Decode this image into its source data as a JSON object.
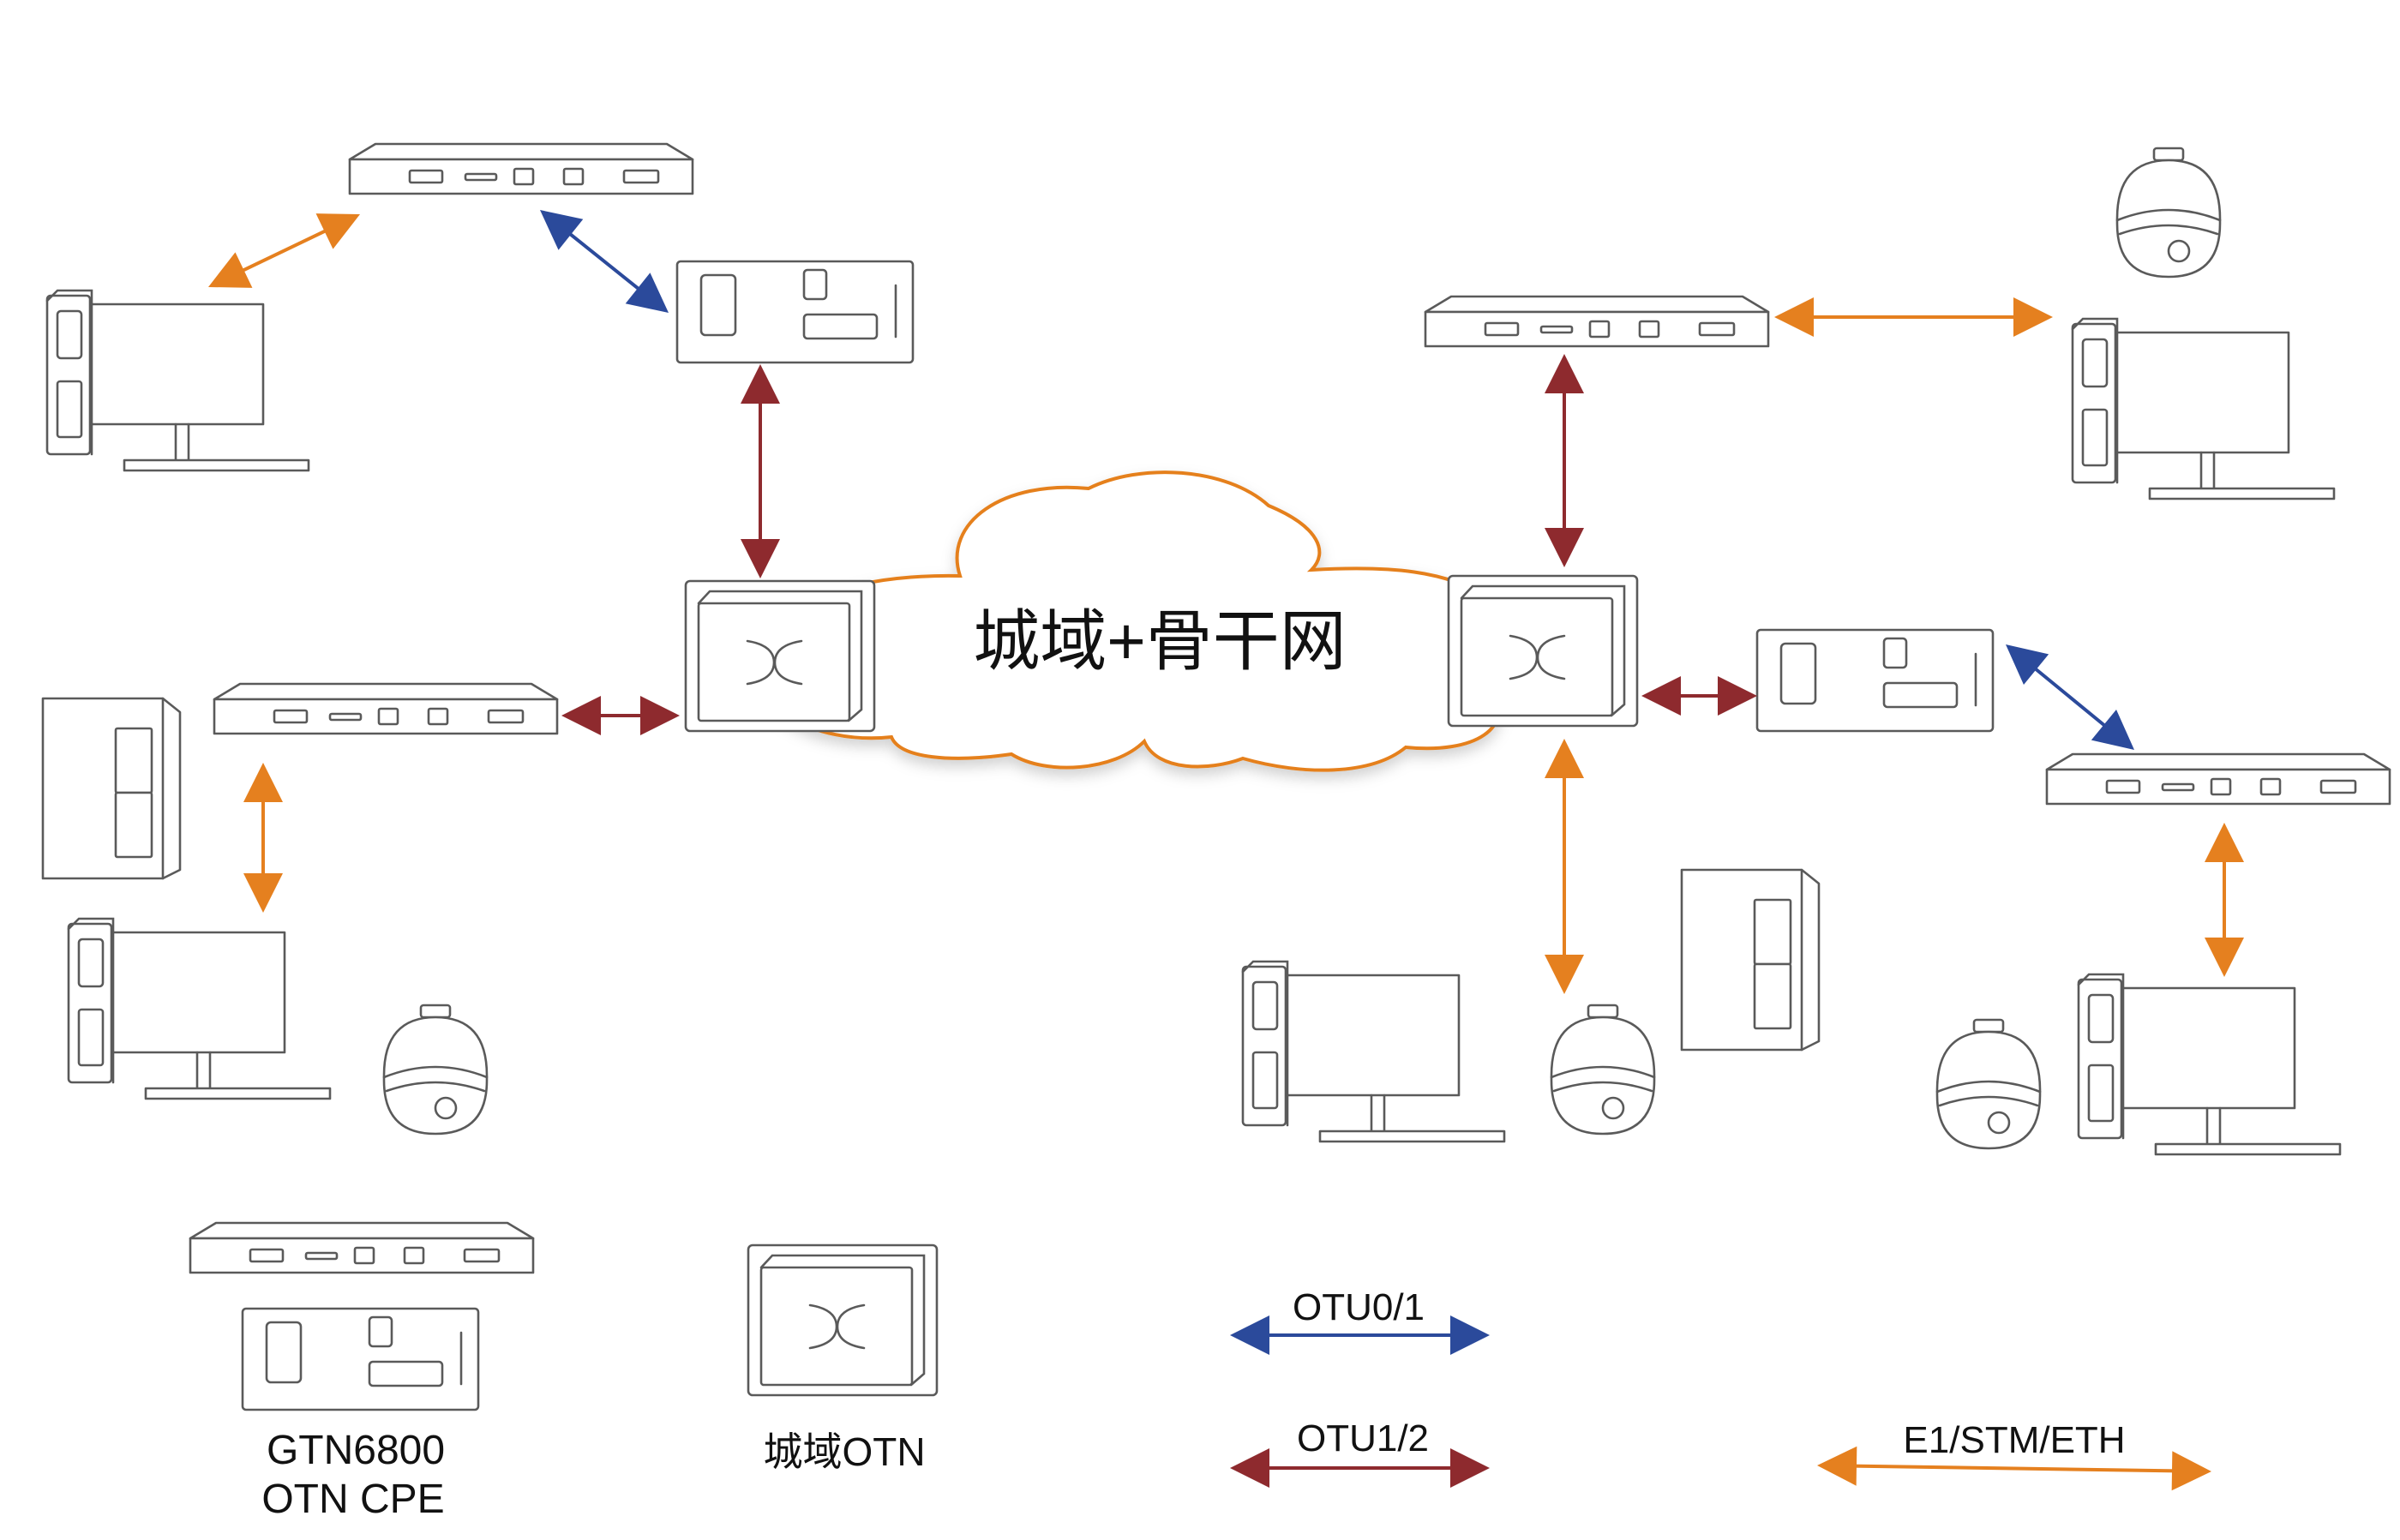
{
  "cloud_label": "城域+骨干网",
  "legend": {
    "cpe_label_line1": "GTN6800",
    "cpe_label_line2": "OTN CPE",
    "otn_label": "城域OTN",
    "otu01_label": "OTU0/1",
    "otu12_label": "OTU1/2",
    "e1_label": "E1/STM/ETH"
  },
  "colors": {
    "otu01": "#2b4a9b",
    "otu12": "#8e2a2e",
    "e1": "#e5801f",
    "cloud_border": "#e5801f",
    "device_stroke": "#5a5a5a"
  }
}
